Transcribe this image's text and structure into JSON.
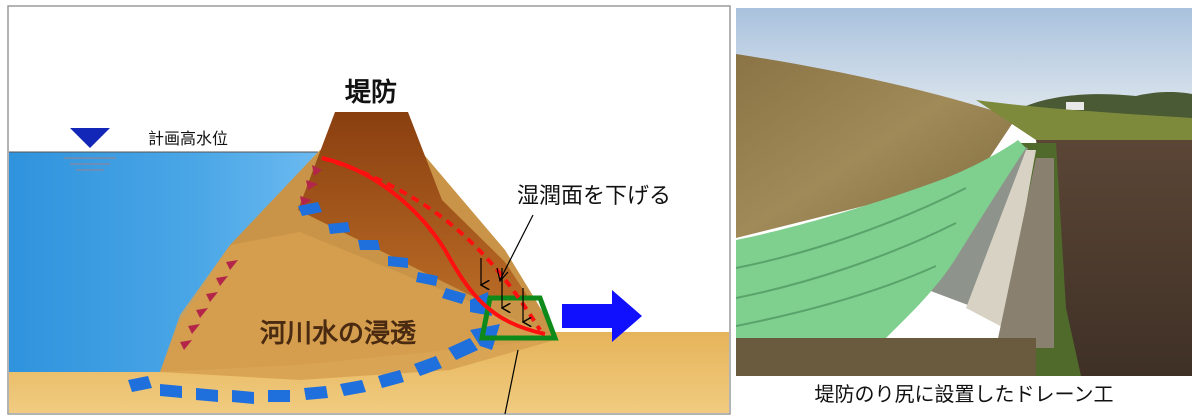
{
  "diagram": {
    "levee_label": "堤防",
    "water_level_label": "計画高水位",
    "wet_surface_label": "湿潤面を下げる",
    "seepage_label": "河川水の浸透"
  },
  "photo": {
    "caption": "堤防のり尻に設置したドレーン工"
  },
  "colors": {
    "water": "#2f93dd",
    "levee_core": "#a0521a",
    "levee_body": "#c99447",
    "ground": "#e8b963",
    "seepage_arrow": "#1f6fdc",
    "phreatic_line": "#ff1010",
    "drain_outline": "#0e8a1a",
    "outflow_arrow": "#1010ff"
  }
}
